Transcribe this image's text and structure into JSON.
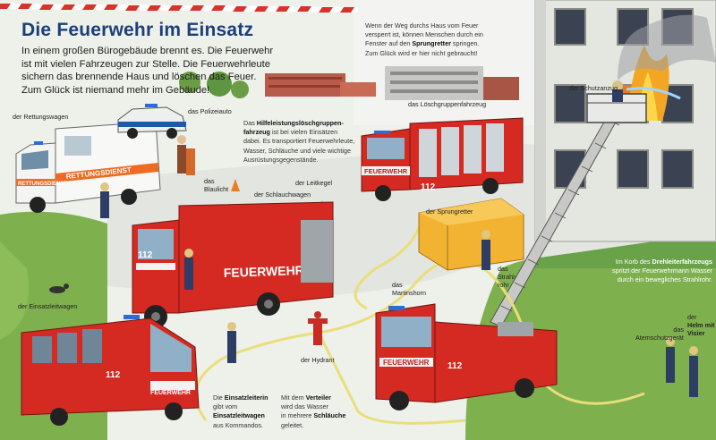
{
  "title": "Die Feuerwehr im Einsatz",
  "intro": {
    "line1": "In einem großen Bürogebäude brennt es. Die Feuerwehr",
    "line2": "ist mit vielen Fahrzeugen zur Stelle. Die Feuerwehrleute",
    "line3": "sichern das brennende Haus und löschen das Feuer.",
    "line4": "Zum Glück ist niemand mehr im Gebäude!"
  },
  "sprungretter_note": {
    "l1": "Wenn der Weg durchs Haus vom Feuer",
    "l2": "versperrt ist, können Menschen durch ein",
    "l3a": "Fenster auf den ",
    "l3b": "Sprungretter",
    "l3c": " springen.",
    "l4": "Zum Glück wird er hier nicht gebraucht!"
  },
  "hlf_note": {
    "l1a": "Das ",
    "l1b": "Hilfeleistungslöschgruppen-",
    "l2b": "fahrzeug",
    "l2c": " ist bei vielen Einsätzen",
    "l3": "dabei. Es transportiert Feuerwehrleute,",
    "l4": "Wasser, Schläuche und viele wichtige",
    "l5": "Ausrüstungsgegenstände."
  },
  "drehleiter_note": {
    "l1a": "Im Korb des ",
    "l1b": "Drehleiterfahrzeugs",
    "l2": "spritzt der Feuerwehrmann Wasser",
    "l3": "durch ein bewegliches Strahlrohr."
  },
  "einsatzleiterin_note": {
    "l1": "Die ",
    "l1b": "Einsatzleiterin",
    "l2": "gibt vom",
    "l3b": "Einsatzleitwagen",
    "l4": "aus Kommandos."
  },
  "verteiler_note": {
    "l1a": "Mit dem ",
    "l1b": "Verteiler",
    "l2": "wird das Wasser",
    "l3a": "in mehrere ",
    "l3b": "Schläuche",
    "l4": "geleitet."
  },
  "labels": {
    "rettungswagen": "der Rettungswagen",
    "polizeiauto": "das Polizeiauto",
    "blaulicht_1": "das",
    "blaulicht_2": "Blaulicht",
    "leitkegel": "der Leitkegel",
    "schlauchwagen": "der Schlauchwagen",
    "loeschgruppenfahrzeug": "das Löschgruppenfahrzeug",
    "schutzanzug": "der Schutzanzug",
    "sprungretter": "der Sprungretter",
    "einsatzleitwagen": "der Einsatzleitwagen",
    "martinshorn_1": "das",
    "martinshorn_2": "Martinshorn",
    "strahlrohr_1": "das",
    "strahlrohr_2": "Strahl-",
    "strahlrohr_3": "rohr",
    "hydrant": "der Hydrant",
    "atemschutzgeraet_1": "das",
    "atemschutzgeraet_2": "Atemschutzgerät",
    "helm_1": "der",
    "helm_2": "Helm mit",
    "helm_3": "Visier"
  },
  "vehicle_text": {
    "rettungsdienst_side": "RETTUNGSDIENST",
    "rettungsdienst_front": "RETTUNGSDIENST",
    "feuerwehr": "FEUERWEHR",
    "number_112": "112"
  },
  "colors": {
    "title_blue": "#1b3f7a",
    "fire_red": "#d42a22",
    "grass": "#7fb04e",
    "building": "#e4e6e0"
  }
}
